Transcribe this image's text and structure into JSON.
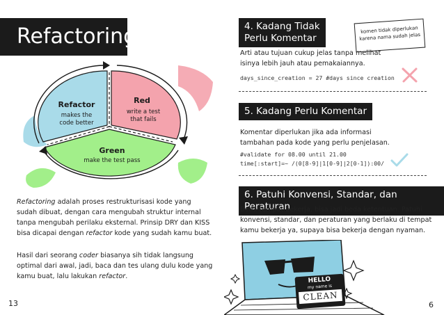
{
  "left_page": {
    "title": "Refactoring",
    "cycle": {
      "refactor": {
        "label": "Refactor",
        "sub1": "makes the",
        "sub2": "code better"
      },
      "red": {
        "label": "Red",
        "sub1": "write a test",
        "sub2": "that fails"
      },
      "green": {
        "label": "Green",
        "sub1": "make the test pass"
      }
    },
    "para1_line1_em": "Refactoring",
    "para1_line1_rest": " adalah proses restrukturisasi kode yang",
    "para1_line2": "sudah dibuat, dengan cara mengubah struktur internal",
    "para1_line3": "tanpa mengubah perilaku eksternal. Prinsip DRY dan KISS",
    "para1_line4_a": "bisa dicapai dengan ",
    "para1_line4_em": "refactor",
    "para1_line4_b": " kode yang sudah kamu buat.",
    "para2_line1_a": "Hasil dari seorang ",
    "para2_line1_em": "coder",
    "para2_line1_b": " biasanya sih tidak langsung",
    "para2_line2": "optimal dari awal, jadi, baca dan tes ulang dulu kode yang",
    "para2_line3_a": "kamu buat, lalu lakukan ",
    "para2_line3_em": "refactor",
    "para2_line3_b": ".",
    "page_number": "13"
  },
  "right_page": {
    "s4_title_l1": "4. Kadang Tidak",
    "s4_title_l2": "Perlu Komentar",
    "note_l1": "komen tidak diperlukan",
    "note_l2": "karena nama sudah jelas",
    "s4_body_l1": "Arti atau tujuan cukup jelas tanpa melihat",
    "s4_body_l2": "isinya lebih jauh atau pemakaiannya.",
    "s4_code": "days_since_creation = 27 #days since creation",
    "s5_title": "5. Kadang Perlu Komentar",
    "s5_body_l1": "Komentar diperlukan jika ada informasi",
    "s5_body_l2": "tambahan pada kode yang perlu penjelasan.",
    "s5_code_l1": "#validate for 08.00 until 21.00",
    "s5_code_l2": "time[:start]=~ /(0[8-9]|1[0-9]|2[0-1]):00/",
    "s6_title": "6. Patuhi Konvensi, Standar, dan Peraturan",
    "s6_body_l1": "Beda tempat bekerja, bisa jadi beda ketentuan. Patuhi",
    "s6_body_l2": "konvensi, standar, dan peraturan yang berlaku di tempat",
    "s6_body_l3": "kamu bekerja ya, supaya bisa bekerja dengan nyaman.",
    "tag_hello": "HELLO",
    "tag_myname": "my name is",
    "tag_name": "CLEAN",
    "page_number": "6"
  },
  "colors": {
    "red": "#f4a3ad",
    "blue": "#a9dbe9",
    "green": "#a2ef8a",
    "black": "#1b1b1b",
    "laptop": "#8ecfe3"
  }
}
